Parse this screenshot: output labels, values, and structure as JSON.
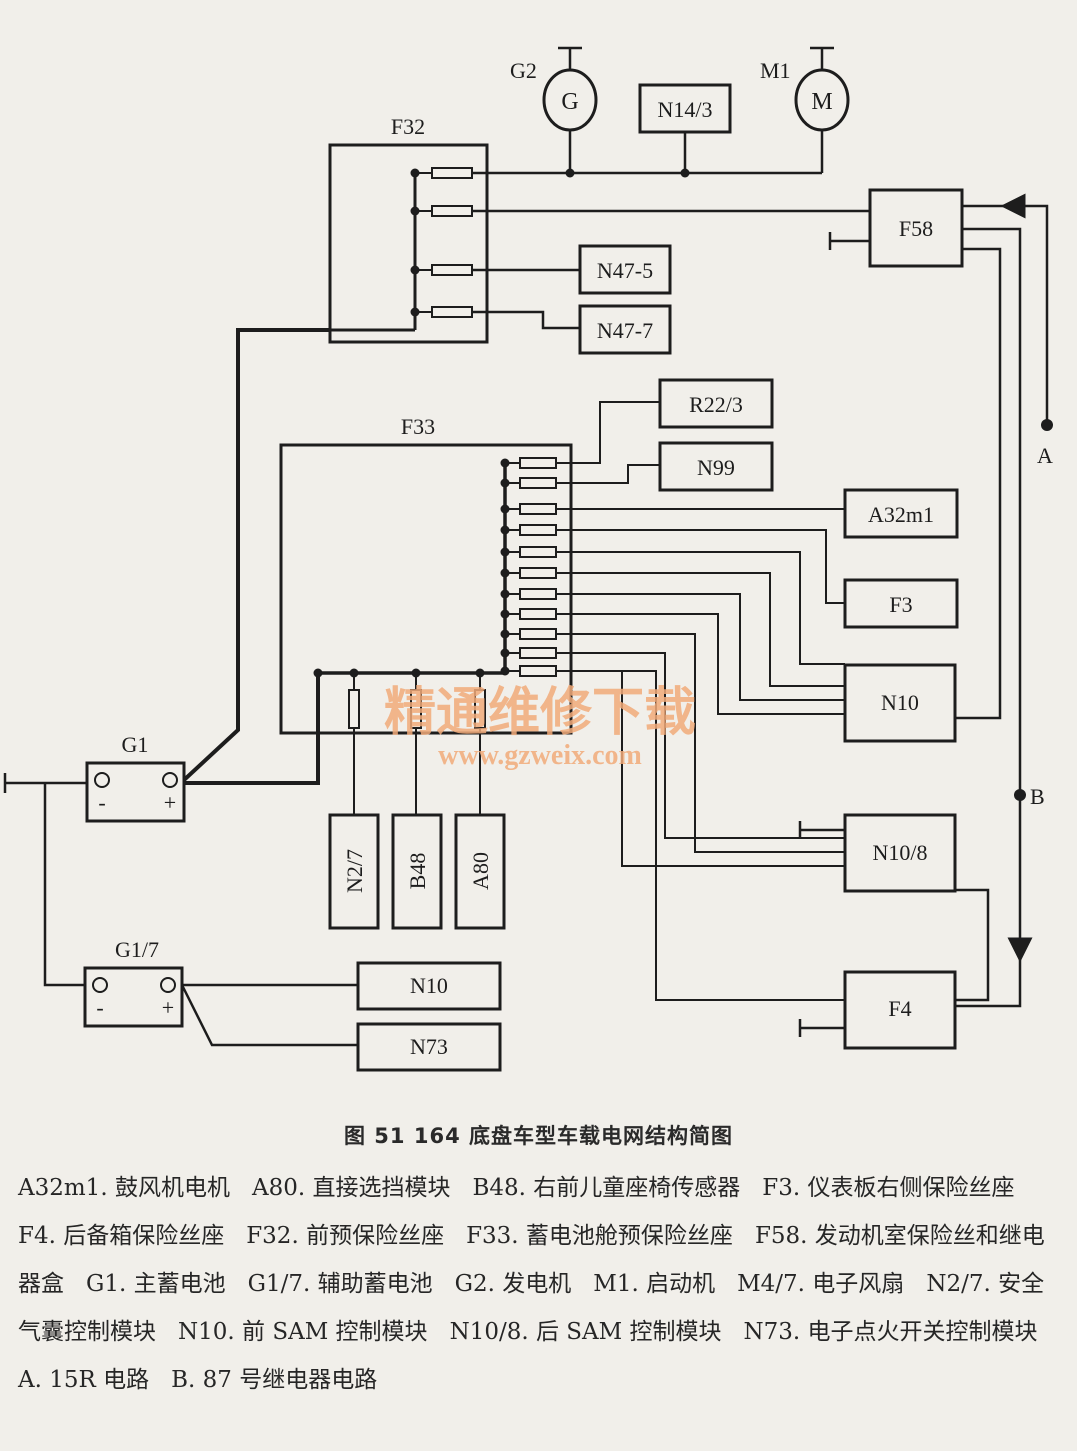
{
  "diagram": {
    "components": {
      "G2": "G2",
      "G2_symbol": "G",
      "M1": "M1",
      "M1_symbol": "M",
      "N14_3": "N14/3",
      "F32": "F32",
      "F58": "F58",
      "N47_5": "N47-5",
      "N47_7": "N47-7",
      "R22_3": "R22/3",
      "F33": "F33",
      "N99": "N99",
      "A32m1": "A32m1",
      "F3": "F3",
      "N10": "N10",
      "N10_8": "N10/8",
      "F4": "F4",
      "G1": "G1",
      "G1_7": "G1/7",
      "N2_7": "N2/7",
      "B48": "B48",
      "A80": "A80",
      "N10_lower": "N10",
      "N73": "N73",
      "A": "A",
      "B": "B",
      "minus": "-",
      "plus": "+"
    },
    "watermark": {
      "cn": "精通维修下载",
      "url": "www.gzweix.com"
    }
  },
  "caption": {
    "text": "图 51    164 底盘车型车载电网结构简图"
  },
  "legend": [
    "A32m1. 鼓风机电机",
    "A80. 直接选挡模块",
    "B48. 右前儿童座椅传感器",
    "F3. 仪表板右侧保险丝座",
    "F4. 后备箱保险丝座",
    "F32. 前预保险丝座",
    "F33. 蓄电池舱预保险丝座",
    "F58. 发动机室保险丝和继电器盒",
    "G1. 主蓄电池",
    "G1/7. 辅助蓄电池",
    "G2. 发电机",
    "M1. 启动机",
    "M4/7. 电子风扇",
    "N2/7. 安全气囊控制模块",
    "N10. 前 SAM 控制模块",
    "N10/8. 后 SAM 控制模块",
    "N73. 电子点火开关控制模块",
    "A. 15R 电路",
    "B. 87 号继电器电路"
  ],
  "colors": {
    "line": "#1d1d1d",
    "watermark": "#f1ab7a",
    "background": "#f1efea"
  }
}
